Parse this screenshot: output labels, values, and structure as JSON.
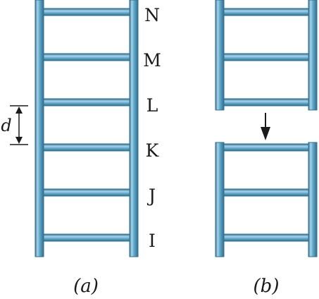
{
  "figure": {
    "rung_labels": [
      "N",
      "M",
      "L",
      "K",
      "J",
      "I"
    ],
    "spacing_label": "d",
    "panel_a_caption": "(a)",
    "panel_b_caption": "(b)"
  },
  "colors": {
    "rail_fill": "#5da7c8",
    "rail_edge": "#2e6f8f",
    "rail_highlight": "#a9d4e8",
    "text": "#1a1a1a",
    "background": "#ffffff"
  }
}
